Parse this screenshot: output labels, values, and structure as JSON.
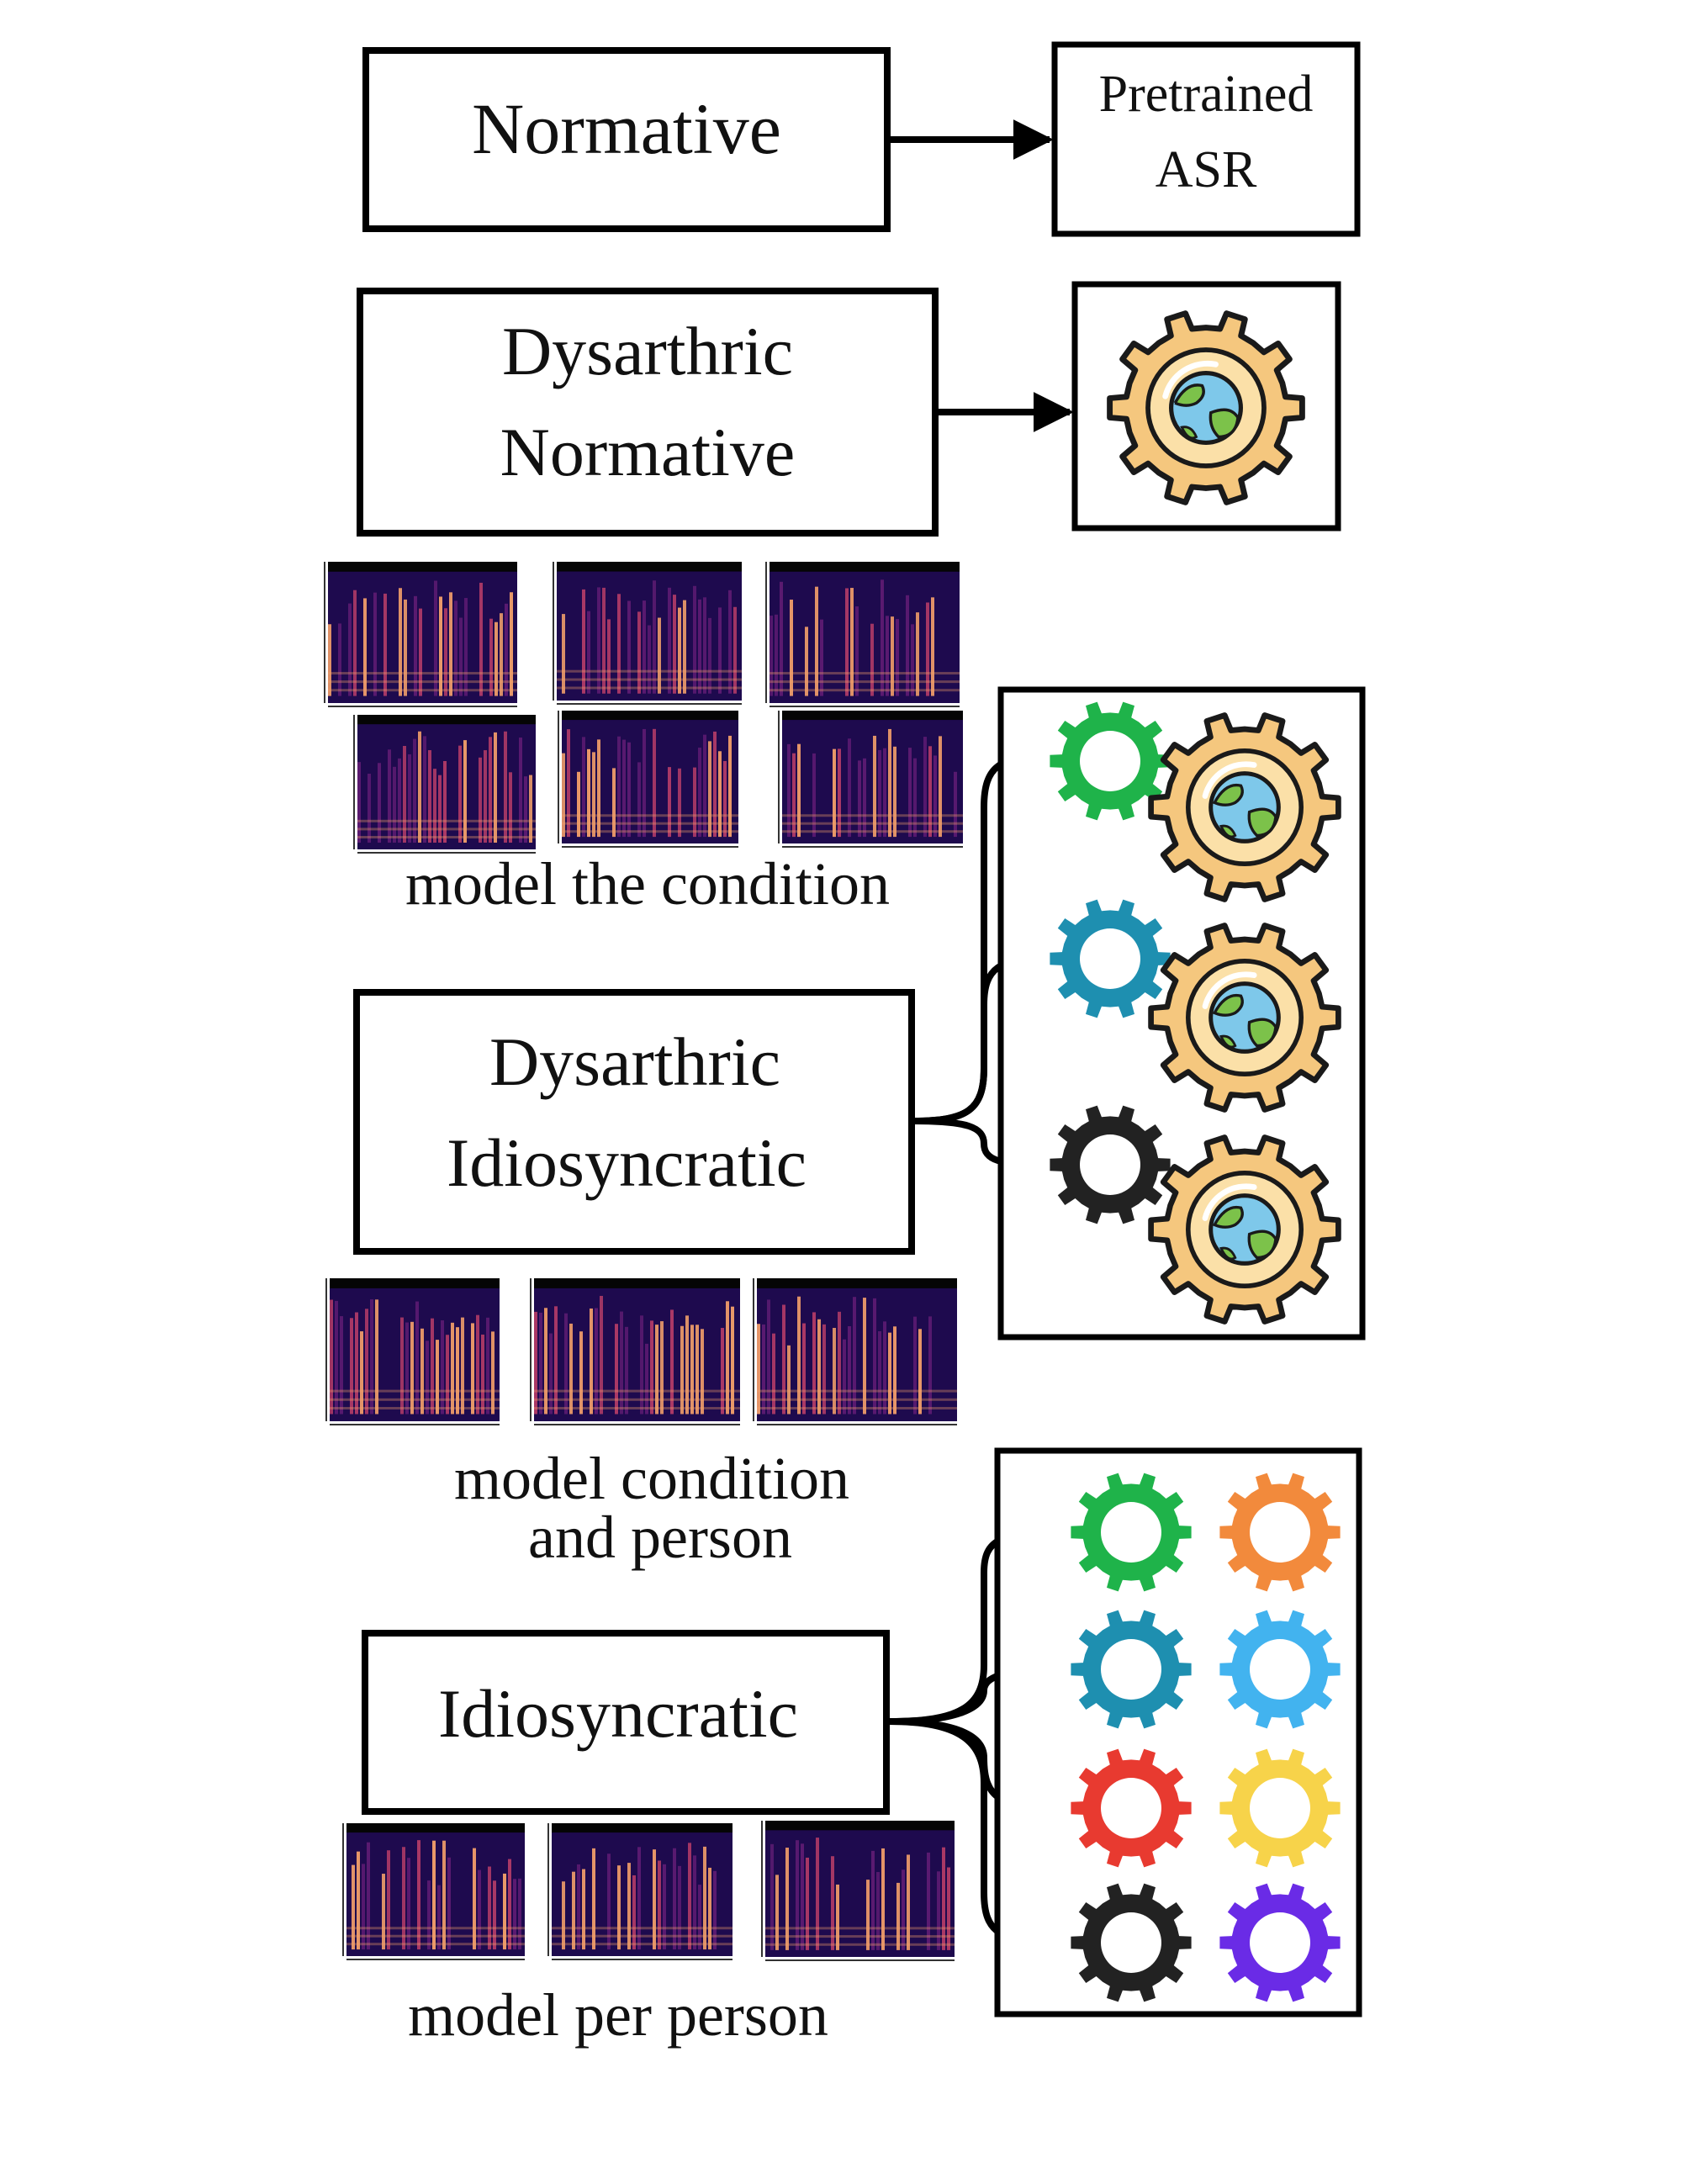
{
  "boxes": {
    "normative": [
      "Normative"
    ],
    "pretrained_asr": [
      "Pretrained",
      "ASR"
    ],
    "dysarthric_normative": [
      "Dysarthric",
      "Normative"
    ],
    "dysarthric_idiosyncratic": [
      "Dysarthric",
      "Idiosyncratic"
    ],
    "idiosyncratic": [
      "Idiosyncratic"
    ]
  },
  "captions": {
    "condition": [
      "model the condition"
    ],
    "condition_person": [
      "model condition",
      "and person"
    ],
    "per_person": [
      "model per person"
    ]
  },
  "icons": {
    "globe_gear": "globe-gear-icon",
    "gear": "gear-icon",
    "spectrogram": "spectrogram-thumbnail"
  },
  "colors": {
    "stroke": "#000000",
    "globe_gear_fill": "#f5c77e",
    "globe_gear_rim": "#c98a3c",
    "globe_ocean": "#7ec8ea",
    "globe_land": "#7cc24a",
    "gear_green": "#1fb34a",
    "gear_teal": "#1e8fb0",
    "gear_black": "#222222",
    "gear_red": "#e83a30",
    "gear_orange": "#f28a3c",
    "gear_skyblue": "#42b3ef",
    "gear_yellow": "#f7d34a",
    "gear_purple": "#6a2be6",
    "spectrogram_dark": "#1e0a4e",
    "spectrogram_hot": "#f4a06a"
  },
  "middle_gear_colors": [
    "gear_green",
    "gear_teal",
    "gear_black"
  ],
  "bottom_gear_colors": [
    [
      "gear_green",
      "gear_orange"
    ],
    [
      "gear_teal",
      "gear_skyblue"
    ],
    [
      "gear_red",
      "gear_yellow"
    ],
    [
      "gear_black",
      "gear_purple"
    ]
  ]
}
